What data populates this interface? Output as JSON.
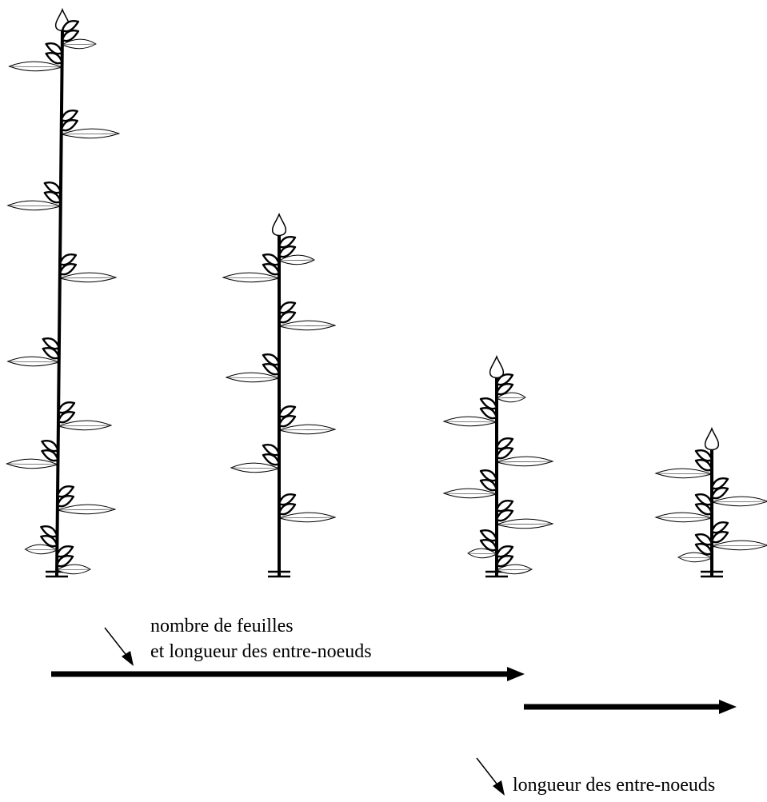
{
  "diagram": {
    "plants": [
      {
        "id": "plant-1",
        "nodes": 11
      },
      {
        "id": "plant-2",
        "nodes": 7
      },
      {
        "id": "plant-3",
        "nodes": 7
      },
      {
        "id": "plant-4",
        "nodes": 5
      }
    ],
    "arrows": [
      {
        "id": "arrow-1",
        "label_line1": "nombre de feuilles",
        "label_line2": "et longueur des entre-noeuds"
      },
      {
        "id": "arrow-2",
        "label_line1": "longueur des entre-noeuds"
      }
    ],
    "colors": {
      "ink": "#000000",
      "paper": "#ffffff"
    }
  }
}
